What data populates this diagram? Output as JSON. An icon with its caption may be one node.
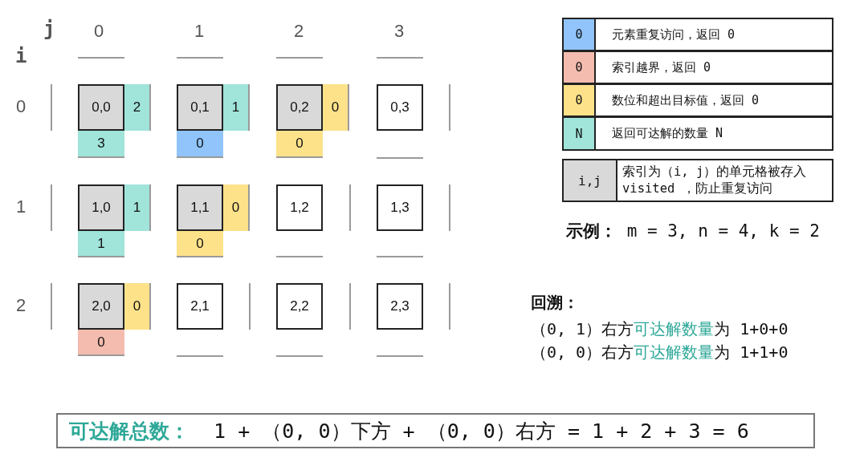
{
  "diagram": {
    "nodes": [
      {
        "text": [
          "0,0"
        ]
      },
      {
        "text": [
          "2"
        ]
      },
      {
        "text": [
          "0,1"
        ]
      },
      {
        "text": [
          "1"
        ]
      },
      {
        "text": [
          "0,2"
        ]
      },
      {
        "text": [
          "0"
        ]
      },
      {
        "text": [
          "0,3"
        ]
      },
      {
        "text": [
          "3"
        ]
      },
      {
        "text": [
          "0"
        ]
      },
      {
        "text": [
          "0"
        ]
      },
      {
        "text": [
          "1,0"
        ]
      },
      {
        "text": [
          "1"
        ]
      },
      {
        "text": [
          "1,1"
        ]
      },
      {
        "text": [
          "0"
        ]
      },
      {
        "text": [
          "1,2"
        ]
      },
      {
        "text": [
          "1,3"
        ]
      },
      {
        "text": [
          "1"
        ]
      },
      {
        "text": [
          "0"
        ]
      },
      {
        "text": [
          "2,0"
        ]
      },
      {
        "text": [
          "0"
        ]
      },
      {
        "text": [
          "2,1"
        ]
      },
      {
        "text": [
          "2,2"
        ]
      },
      {
        "text": [
          "2,3"
        ]
      },
      {
        "text": [
          "0"
        ]
      },
      {
        "text": [
          "**可达解总数：**  1 + （0, 0）下方 + （0, 0）右方 = 1 + 2 + 3 = 6"
        ]
      }
    ],
    "edges": [],
    "labels": [
      "j",
      "0",
      "1",
      "2",
      "3",
      "i",
      "0",
      "1",
      "2",
      "0",
      "0",
      "0",
      "N",
      "i,j",
      "索引为（i, j）的单元格被存入 visited ，防止重复访问",
      "**示例：**  m = 3, n = 4, k = 2",
      "回溯：",
      "（0, 1）右方**可达解数量**为 1+0+0",
      "（0, 0）右方**可达解数量**为 1+1+0"
    ],
    "legend": [
      {
        "text": "元素重复访问，返回 0",
        "color": "#90c4fa"
      },
      {
        "text": "索引越界，返回 0",
        "color": "#f4bcae"
      },
      {
        "text": "数位和超出目标值，返回 0",
        "color": "#fde28a"
      },
      {
        "text": "返回可达解的数量 N",
        "color": "#a0e4da"
      }
    ]
  }
}
